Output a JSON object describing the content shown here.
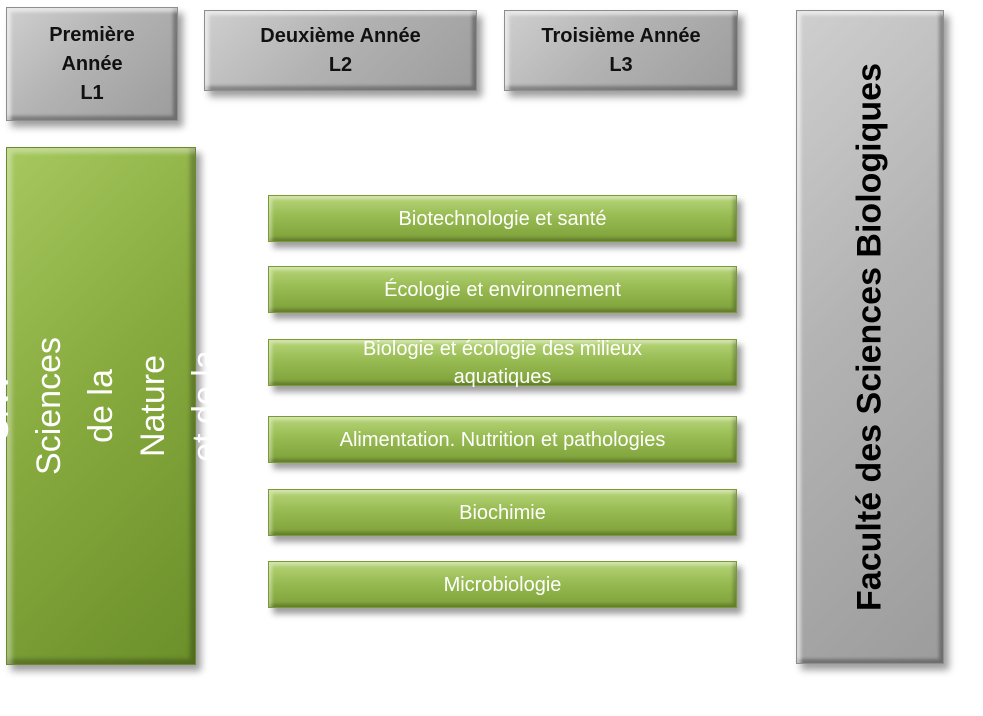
{
  "years": [
    {
      "label": "Première\nAnnée\nL1"
    },
    {
      "label": "Deuxième  Année\nL2"
    },
    {
      "label": "Troisième Année\nL3"
    }
  ],
  "domain": {
    "label": "Domaine SNV\nSciences de la Nature et de la\nVie"
  },
  "faculty": {
    "label": "Faculté des Sciences Biologiques"
  },
  "specialties": [
    {
      "label": "Biotechnologie et santé"
    },
    {
      "label": "Écologie et environnement"
    },
    {
      "label": "Biologie et écologie des milieux aquatiques"
    },
    {
      "label": "Alimentation. Nutrition et pathologies"
    },
    {
      "label": "Biochimie"
    },
    {
      "label": "Microbiologie"
    }
  ]
}
